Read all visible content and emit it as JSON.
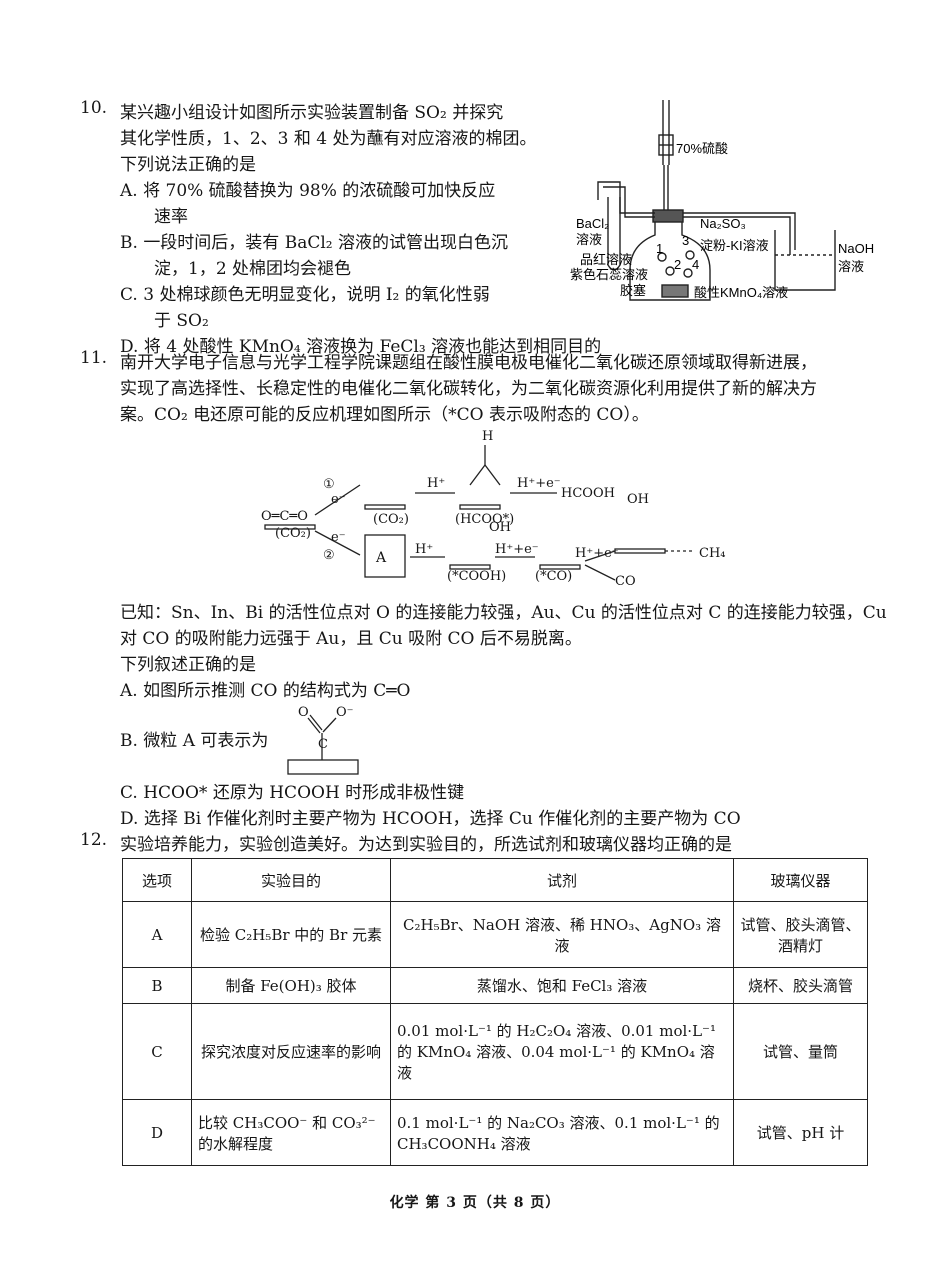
{
  "q10": {
    "number": "10.",
    "stem": [
      "某兴趣小组设计如图所示实验装置制备 SO₂ 并探究",
      "其化学性质，1、2、3 和 4 处为蘸有对应溶液的棉团。",
      "下列说法正确的是"
    ],
    "options": [
      {
        "label": "A.",
        "lines": [
          "将 70% 硫酸替换为 98% 的浓硫酸可加快反应",
          "速率"
        ]
      },
      {
        "label": "B.",
        "lines": [
          "一段时间后，装有 BaCl₂ 溶液的试管出现白色沉",
          "淀，1，2 处棉团均会褪色"
        ]
      },
      {
        "label": "C.",
        "lines": [
          "3 处棉球颜色无明显变化，说明 I₂ 的氧化性弱",
          "于 SO₂"
        ]
      },
      {
        "label": "D.",
        "lines": [
          "将 4 处酸性 KMnO₄ 溶液换为 FeCl₃ 溶液也能达到相同目的"
        ]
      }
    ],
    "figure": {
      "acid": "70%硫酸",
      "bacl2": "BaCl₂",
      "bacl2b": "溶液",
      "na2so3": "Na₂SO₃",
      "pinhong": "品红溶液",
      "kismo": "淀粉-KI溶液",
      "litmus": "紫色石蕊溶液",
      "stopper": "胶塞",
      "kmno4": "酸性KMnO₄溶液",
      "naoh": "NaOH",
      "naohb": "溶液",
      "n1": "1",
      "n2": "2",
      "n3": "3",
      "n4": "4"
    }
  },
  "q11": {
    "number": "11.",
    "stem": [
      "南开大学电子信息与光学工程学院课题组在酸性膜电极电催化二氧化碳还原领域取得新进展，",
      "实现了高选择性、长稳定性的电催化二氧化碳转化，为二氧化碳资源化利用提供了新的解决方",
      "案。CO₂ 电还原可能的反应机理如图所示（*CO 表示吸附态的 CO）。"
    ],
    "scheme": {
      "co2": "O═C═O",
      "co2_ads": "(CO₂)",
      "path1": "①",
      "path2": "②",
      "e": "e⁻",
      "h": "H⁺",
      "he": "H⁺+e⁻",
      "hcoo": "(HCOO*)",
      "hcooh": "HCOOH",
      "cooh": "(*COOH)",
      "co_ads": "(*CO)",
      "co": "CO",
      "ch4": "CH₄",
      "a": "A",
      "oh": "OH",
      "H": "H",
      "C": "C",
      "O": "O",
      "Ominus": "O⁻"
    },
    "known": [
      "已知：Sn、In、Bi 的活性位点对 O 的连接能力较强，Au、Cu 的活性位点对 C 的连接能力较强，Cu",
      "对 CO 的吸附能力远强于 Au，且 Cu 吸附 CO 后不易脱离。"
    ],
    "ask": "下列叙述正确的是",
    "options": [
      {
        "label": "A.",
        "text": "如图所示推测 CO 的结构式为 C═O"
      },
      {
        "label": "B.",
        "text": "微粒 A 可表示为"
      },
      {
        "label": "C.",
        "text": "HCOO* 还原为 HCOOH 时形成非极性键"
      },
      {
        "label": "D.",
        "text": "选择 Bi 作催化剂时主要产物为 HCOOH，选择 Cu 作催化剂的主要产物为 CO"
      }
    ]
  },
  "q12": {
    "number": "12.",
    "stem": "实验培养能力，实验创造美好。为达到实验目的，所选试剂和玻璃仪器均正确的是",
    "headers": [
      "选项",
      "实验目的",
      "试剂",
      "玻璃仪器"
    ],
    "rows": [
      {
        "opt": "A",
        "goal": "检验 C₂H₅Br 中的 Br 元素",
        "reagent": "C₂H₅Br、NaOH 溶液、稀 HNO₃、AgNO₃ 溶液",
        "glass": "试管、胶头滴管、酒精灯"
      },
      {
        "opt": "B",
        "goal": "制备 Fe(OH)₃ 胶体",
        "reagent": "蒸馏水、饱和 FeCl₃ 溶液",
        "glass": "烧杯、胶头滴管"
      },
      {
        "opt": "C",
        "goal": "探究浓度对反应速率的影响",
        "reagent": "0.01 mol·L⁻¹ 的 H₂C₂O₄ 溶液、0.01 mol·L⁻¹ 的 KMnO₄ 溶液、0.04 mol·L⁻¹ 的 KMnO₄ 溶液",
        "glass": "试管、量筒"
      },
      {
        "opt": "D",
        "goal": "比较 CH₃COO⁻ 和 CO₃²⁻ 的水解程度",
        "reagent": "0.1 mol·L⁻¹ 的 Na₂CO₃ 溶液、0.1 mol·L⁻¹ 的 CH₃COONH₄ 溶液",
        "glass": "试管、pH 计"
      }
    ]
  },
  "footer": "化学 第 3 页（共 8 页）"
}
